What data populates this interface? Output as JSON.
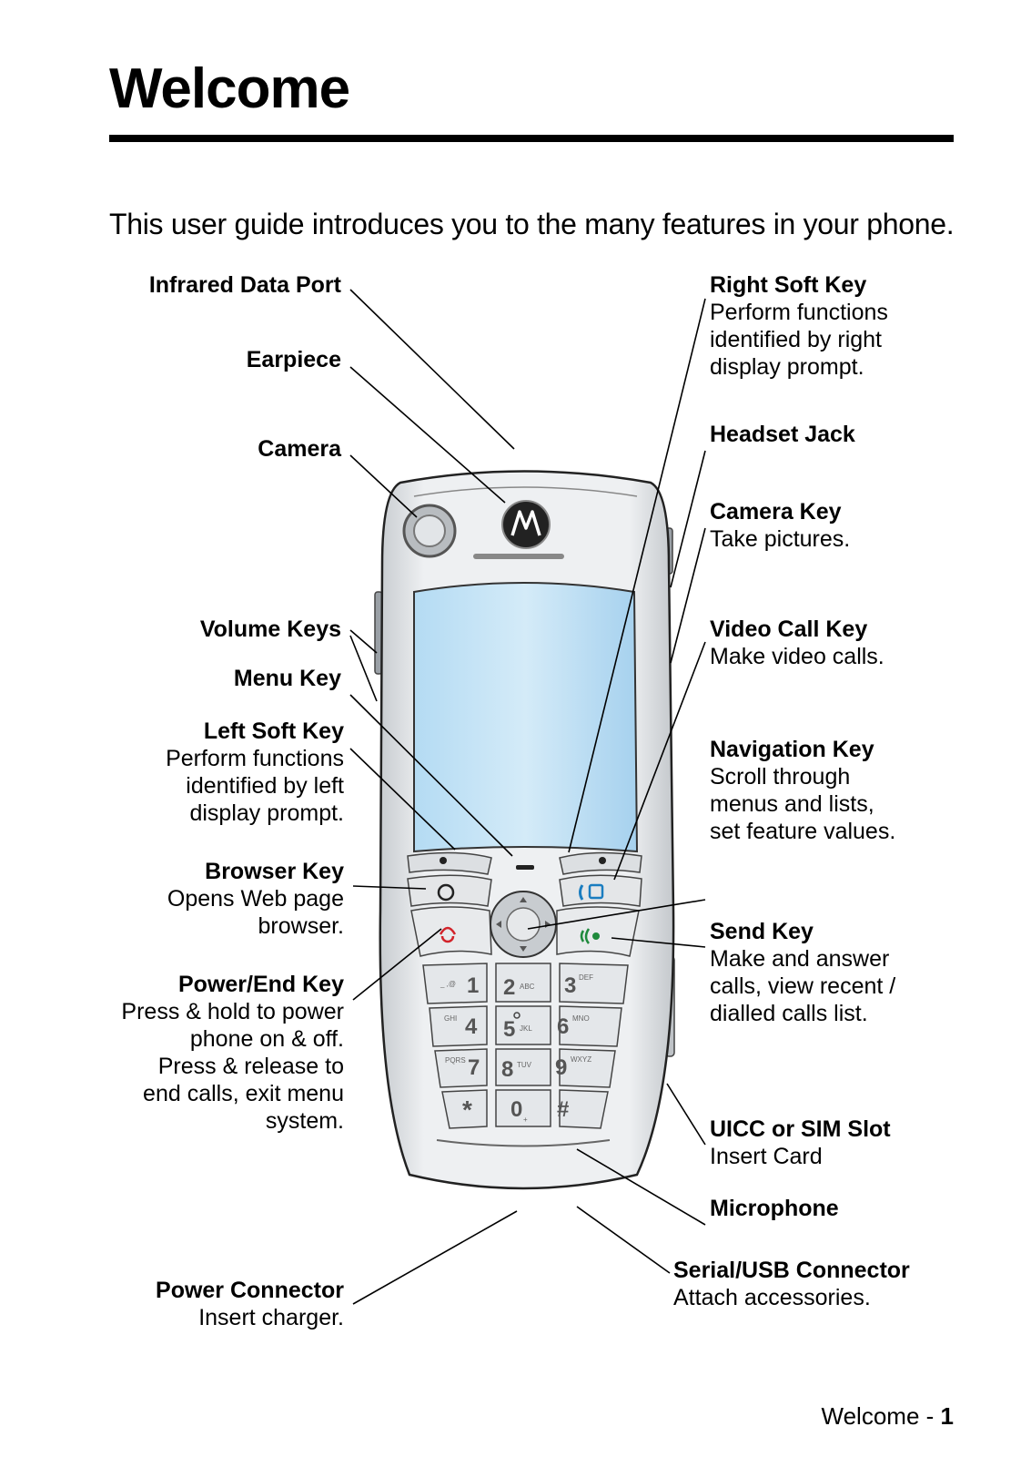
{
  "page": {
    "title": "Welcome",
    "intro": "This user guide introduces you to the many features in your phone."
  },
  "labels": {
    "infrared": {
      "heading": "Infrared Data Port"
    },
    "earpiece": {
      "heading": "Earpiece"
    },
    "camera": {
      "heading": "Camera"
    },
    "volume": {
      "heading": "Volume Keys"
    },
    "menu": {
      "heading": "Menu Key"
    },
    "left_soft": {
      "heading": "Left Soft Key",
      "desc": [
        "Perform functions",
        "identified by left",
        "display prompt."
      ]
    },
    "browser": {
      "heading": "Browser Key",
      "desc": [
        "Opens Web page",
        "browser."
      ]
    },
    "power_end": {
      "heading": "Power/End Key",
      "desc": [
        "Press & hold to power",
        "phone on & off.",
        "Press & release to",
        "end calls, exit menu",
        "system."
      ]
    },
    "power_connector": {
      "heading": "Power Connector",
      "desc": [
        "Insert charger."
      ]
    },
    "right_soft": {
      "heading": "Right Soft Key",
      "desc": [
        "Perform functions",
        "identified by right",
        "display prompt."
      ]
    },
    "headset": {
      "heading": "Headset Jack"
    },
    "camera_key": {
      "heading": "Camera Key",
      "desc": [
        "Take pictures."
      ]
    },
    "video_call": {
      "heading": "Video Call Key",
      "desc": [
        "Make video calls."
      ]
    },
    "navigation": {
      "heading": "Navigation Key",
      "desc": [
        "Scroll through",
        "menus and lists,",
        "set feature values."
      ]
    },
    "send": {
      "heading": "Send Key",
      "desc": [
        "Make and answer",
        "calls, view recent /",
        "dialled calls list."
      ]
    },
    "uicc": {
      "heading": "UICC or SIM Slot",
      "desc": [
        "Insert Card"
      ]
    },
    "microphone": {
      "heading": "Microphone"
    },
    "serial": {
      "heading": "Serial/USB Connector",
      "desc": [
        "Attach accessories."
      ]
    }
  },
  "keypad": {
    "keys": [
      {
        "digit": "1",
        "letters": "_ ,@"
      },
      {
        "digit": "2",
        "letters": "ABC"
      },
      {
        "digit": "3",
        "letters": "DEF"
      },
      {
        "digit": "4",
        "letters": "GHI"
      },
      {
        "digit": "5",
        "letters": "JKL"
      },
      {
        "digit": "6",
        "letters": "MNO"
      },
      {
        "digit": "7",
        "letters": "PQRS"
      },
      {
        "digit": "8",
        "letters": "TUV"
      },
      {
        "digit": "9",
        "letters": "WXYZ"
      },
      {
        "digit": "*",
        "letters": ""
      },
      {
        "digit": "0",
        "letters": "+"
      },
      {
        "digit": "#",
        "letters": ""
      }
    ]
  },
  "footer": {
    "section": "Welcome - ",
    "page_number": "1"
  },
  "colors": {
    "screen": "#a9d4f0",
    "body": "#d9dcdf",
    "end_key": "#d2232a",
    "send_key": "#1e8a3c",
    "video_key": "#1a7dc0"
  }
}
